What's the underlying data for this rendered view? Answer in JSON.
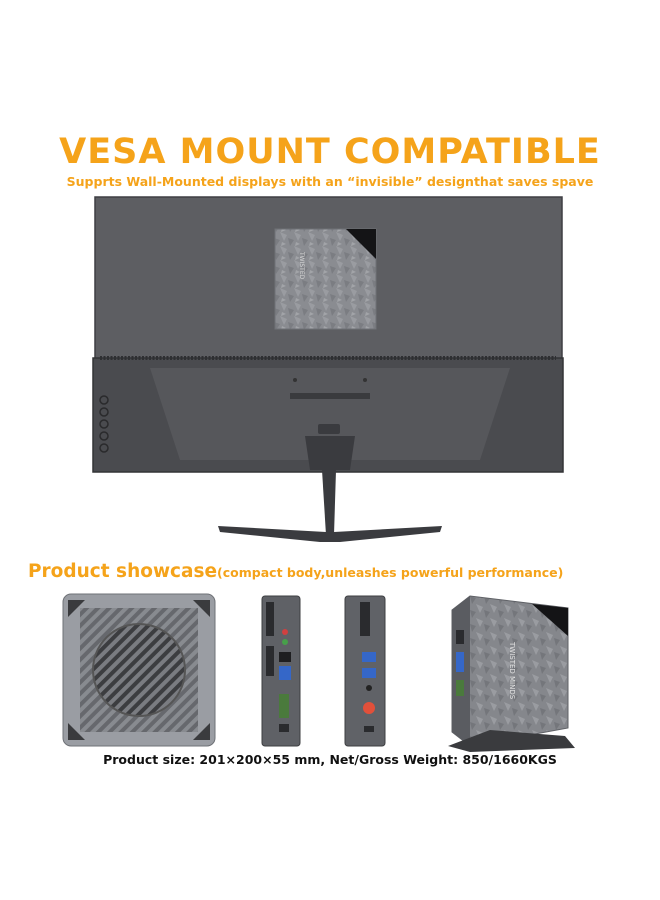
{
  "headline": "VESA MOUNT COMPATIBLE",
  "subheadline": "Supprts Wall-Mounted displays with an “invisible” designthat saves spave",
  "showcase": {
    "title": "Product showcase",
    "subtitle": "(compact body,unleashes powerful performance)"
  },
  "brand_logo": "TWISTED MINDS",
  "specs": "Product size: 201×200×55 mm, Net/Gross Weight: 850/1660KGS",
  "colors": {
    "accent": "#f5a31a",
    "monitor": "#5d5e62",
    "device": "#7d7f84"
  }
}
